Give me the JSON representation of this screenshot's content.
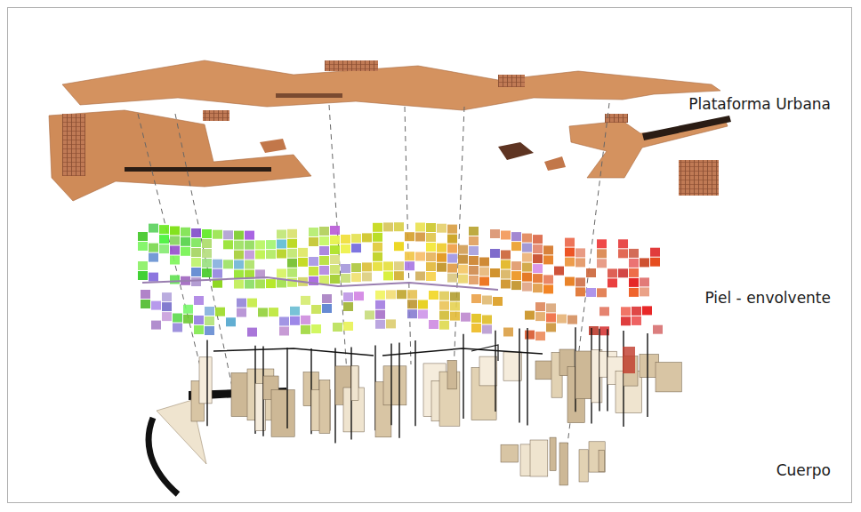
{
  "diagram": {
    "labels": [
      "Plataforma Urbana",
      "Piel - envolvente",
      "Cuerpo"
    ]
  }
}
